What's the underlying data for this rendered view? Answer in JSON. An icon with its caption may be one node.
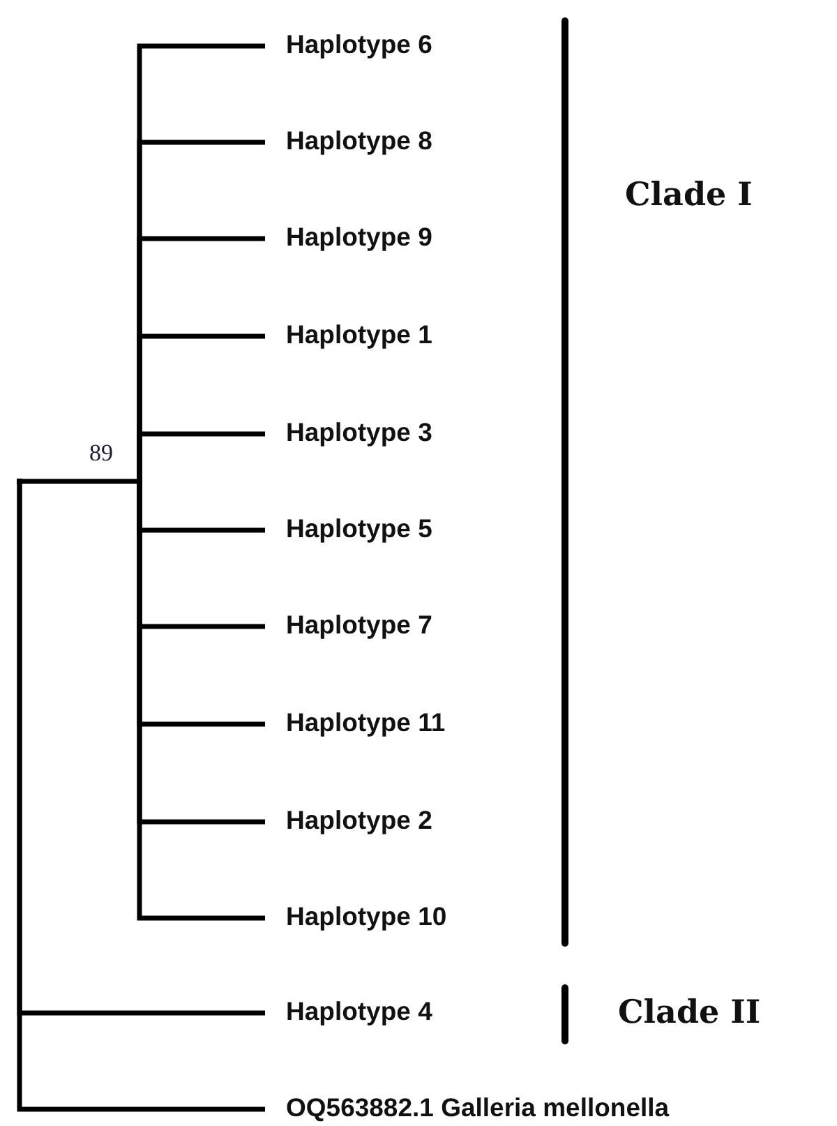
{
  "diagram": {
    "nodes": [
      {
        "text": [
          "Haplotype 6"
        ]
      },
      {
        "text": [
          "Haplotype 8"
        ]
      },
      {
        "text": [
          "Haplotype 9"
        ]
      },
      {
        "text": [
          "Haplotype 1"
        ]
      },
      {
        "text": [
          "Haplotype 3"
        ]
      },
      {
        "text": [
          "Haplotype 5"
        ]
      },
      {
        "text": [
          "Haplotype 7"
        ]
      },
      {
        "text": [
          "Haplotype 11"
        ]
      },
      {
        "text": [
          "Haplotype 2"
        ]
      },
      {
        "text": [
          "Haplotype 10"
        ]
      },
      {
        "text": [
          "Haplotype 4"
        ]
      },
      {
        "text": [
          "OQ563882.1 Galleria mellonella"
        ]
      },
      {
        "text": [],
        "shape": "point",
        "beside": [
          "89"
        ]
      },
      {
        "text": [],
        "shape": "point"
      }
    ],
    "edges": [
      {
        "from": 12,
        "to": 0,
        "arrow": "none"
      },
      {
        "from": 12,
        "to": 1,
        "arrow": "none"
      },
      {
        "from": 12,
        "to": 2,
        "arrow": "none"
      },
      {
        "from": 12,
        "to": 3,
        "arrow": "none"
      },
      {
        "from": 12,
        "to": 4,
        "arrow": "none"
      },
      {
        "from": 12,
        "to": 5,
        "arrow": "none"
      },
      {
        "from": 12,
        "to": 6,
        "arrow": "none"
      },
      {
        "from": 12,
        "to": 7,
        "arrow": "none"
      },
      {
        "from": 12,
        "to": 8,
        "arrow": "none"
      },
      {
        "from": 12,
        "to": 9,
        "arrow": "none"
      },
      {
        "from": 13,
        "to": 12,
        "arrow": "none"
      },
      {
        "from": 13,
        "to": 10,
        "arrow": "none"
      },
      {
        "from": 13,
        "to": 11,
        "arrow": "none"
      }
    ],
    "labels": [
      "Clade I",
      "Clade II"
    ]
  }
}
